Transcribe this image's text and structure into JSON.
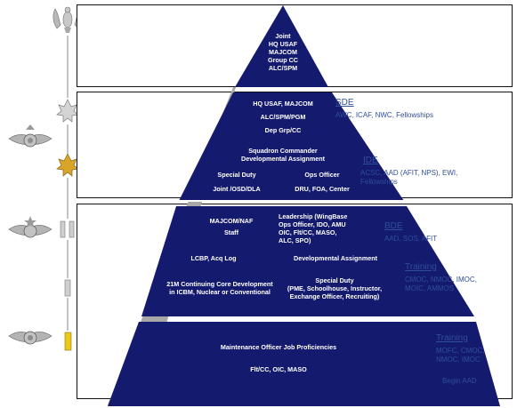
{
  "pyramid": {
    "apex": [
      "Joint",
      "HQ USAF",
      "MAJCOM",
      "Group CC",
      "ALC/SPM"
    ],
    "band2": [
      "HQ USAF, MAJCOM",
      "ALC/SPM/PGM",
      "Dep Grp/CC"
    ],
    "band2_squadron": [
      "Squadron Commander",
      "Developmental Assignment"
    ],
    "band2_left": [
      "Special Duty",
      "Joint /OSD/DLA"
    ],
    "band2_right": [
      "Ops Officer",
      "DRU, FOA, Center"
    ],
    "band3_tl": [
      "MAJCOM/NAF",
      "Staff"
    ],
    "band3_tr": [
      "Leadership (WingBase",
      "Ops Officer, IDO, AMU",
      "OIC, Flt/CC,  MASO,",
      "ALC, SPO)"
    ],
    "band3_ml": "LCBP, Acq Log",
    "band3_mr": "Developmental Assignment",
    "band3_bl": [
      "21M Continuing Core Development",
      "in ICBM, Nuclear or Conventional"
    ],
    "band3_br": [
      "Special Duty",
      "(PME, Schoolhouse, Instructor,",
      "Exchange Officer, Recruiting)"
    ],
    "base_title": "Maintenance Officer Job Proficiencies",
    "base_sub": "Flt/CC, OIC, MASO"
  },
  "sidebar": {
    "sde": {
      "heading": "SDE",
      "body": [
        "AWC, ICAF, NWC, Fellowships"
      ]
    },
    "ide": {
      "heading": "IDE",
      "body": [
        "ACSC, AAD (AFIT, NPS), EWI,",
        "Fellowships"
      ]
    },
    "bde": {
      "heading": "BDE",
      "body": [
        "AAD, SOS, AFIT"
      ]
    },
    "training1": {
      "heading": "Training",
      "body": [
        "CMOC, NMOC, IMOC,",
        "MOIC, AMMOS"
      ]
    },
    "training2": {
      "heading": "Training",
      "body": [
        "MOFC, CMOC,",
        "NMOC, IMOC"
      ]
    },
    "begin": "Begin AAD"
  },
  "colors": {
    "pyramid": "#141a6e",
    "side_text": "#2f4f9a",
    "shadow": "#a8a8a8"
  },
  "icons": [
    "colonel-eagle-icon",
    "silver-oak-leaf-icon",
    "gold-oak-leaf-icon",
    "master-badge-icon",
    "senior-badge-icon",
    "basic-badge-icon",
    "captain-bars-icon",
    "first-lieutenant-bar-icon",
    "second-lieutenant-bar-icon"
  ]
}
